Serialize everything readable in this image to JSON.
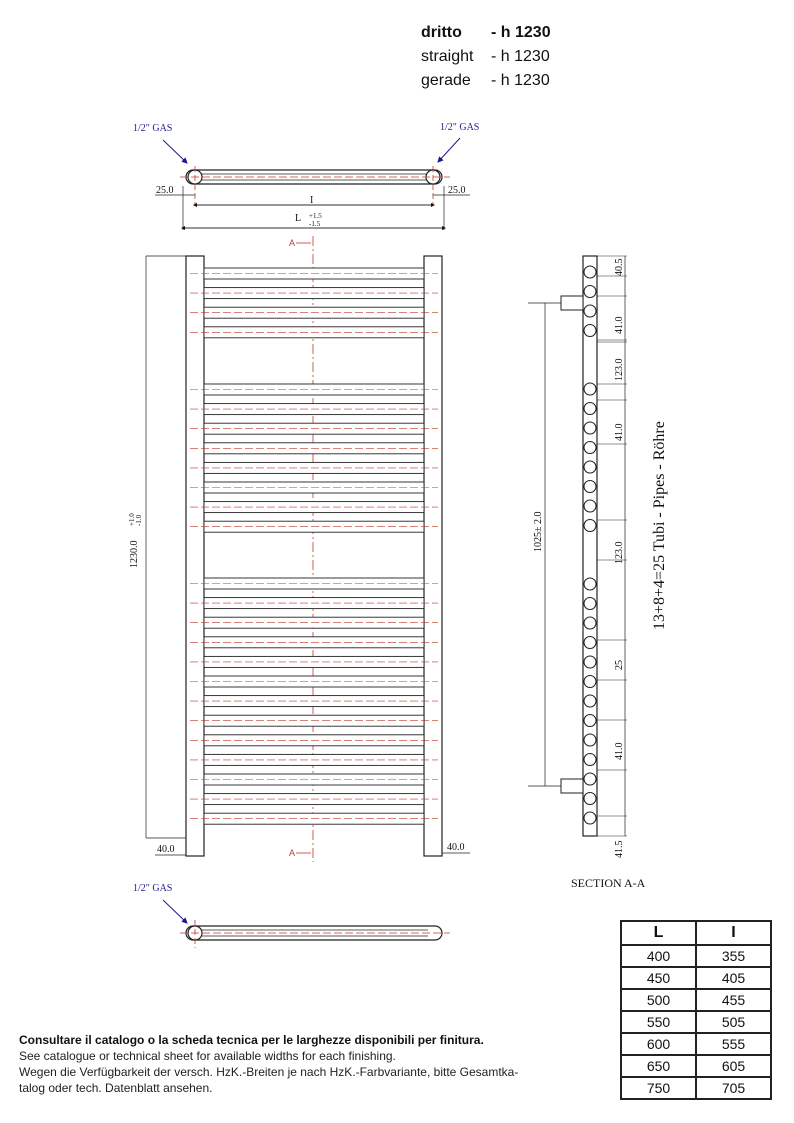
{
  "header": {
    "rows": [
      {
        "label": "dritto",
        "value": "- h 1230"
      },
      {
        "label": "straight",
        "value": "- h 1230"
      },
      {
        "label": "gerade",
        "value": "- h 1230"
      }
    ]
  },
  "top_view": {
    "gas_left": "1/2\" GAS",
    "gas_right": "1/2\" GAS",
    "dim_left": "25.0",
    "dim_right": "25.0",
    "dim_inner": "I",
    "dim_outer": "L",
    "tol_plus": "+1.5",
    "tol_minus": "-1.5"
  },
  "front_view": {
    "section_top": "A",
    "section_bottom": "A",
    "height": "1230.0",
    "height_tol_plus": "+1.0",
    "height_tol_minus": "-1.0",
    "dim_bottom_left": "40.0",
    "dim_bottom_right": "40.0"
  },
  "section_view": {
    "label": "SECTION A-A",
    "dims": [
      "40.5",
      "41.0",
      "123.0",
      "41.0",
      "123.0",
      "25",
      "41.0",
      "41.5"
    ],
    "centers": "1025± 2.0",
    "pipes": "13+8+4=25  Tubi - Pipes - Röhre"
  },
  "bottom_view": {
    "gas": "1/2\" GAS"
  },
  "sizes_table": {
    "headers": [
      "L",
      "I"
    ],
    "rows": [
      [
        "400",
        "355"
      ],
      [
        "450",
        "405"
      ],
      [
        "500",
        "455"
      ],
      [
        "550",
        "505"
      ],
      [
        "600",
        "555"
      ],
      [
        "650",
        "605"
      ],
      [
        "750",
        "705"
      ]
    ]
  },
  "notes": [
    "Consultare il catalogo o la scheda tecnica per le larghezze disponibili per finitura.",
    "See catalogue or technical sheet for available widths for each finishing.",
    "Wegen die Verfügbarkeit der versch. HzK.-Breiten je nach HzK.-Farbvariante, bitte Gesamtka-",
    "talog oder tech. Datenblatt ansehen."
  ]
}
